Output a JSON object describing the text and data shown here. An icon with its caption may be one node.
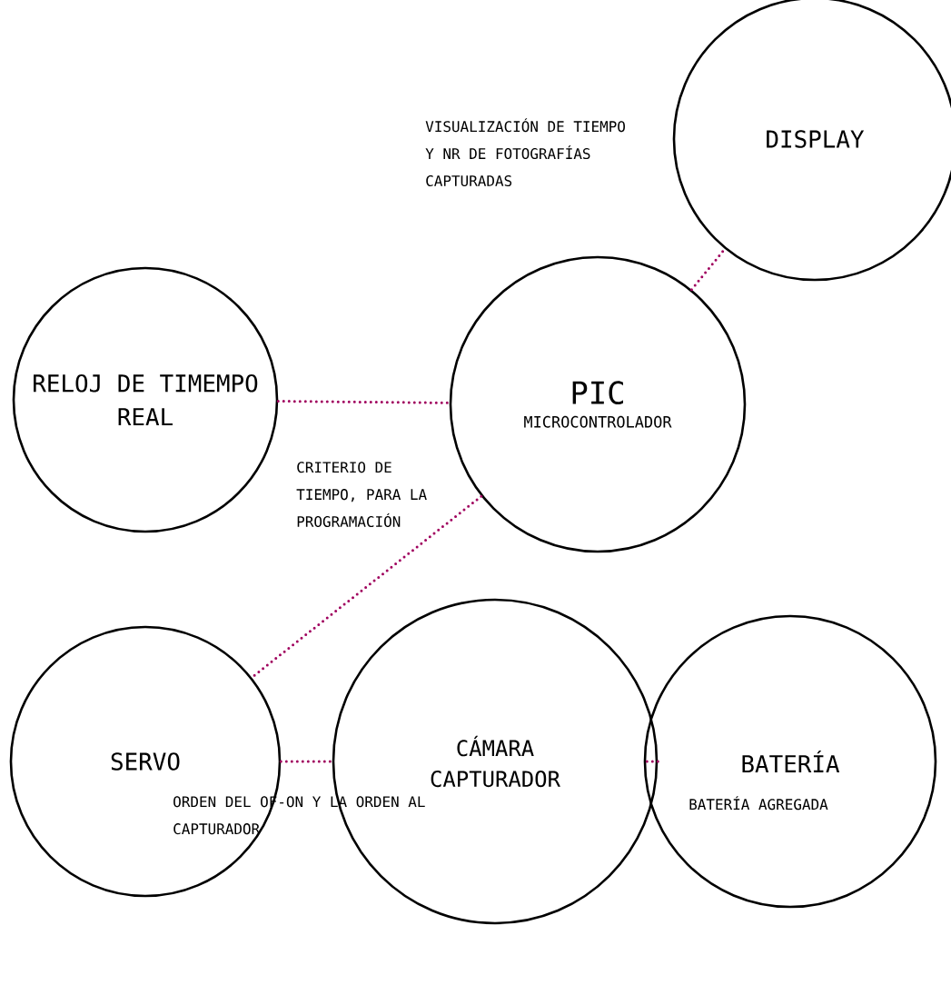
{
  "diagram": {
    "nodes": [
      {
        "text": [
          "DISPLAY"
        ]
      },
      {
        "text": [
          "RELOJ DE TIMEMPO REAL"
        ]
      },
      {
        "text": [
          "PIC",
          "MICROCONTROLADOR"
        ]
      },
      {
        "text": [
          "SERVO"
        ]
      },
      {
        "text": [
          "CÁMARA CAPTURADOR"
        ]
      },
      {
        "text": [
          "BATERÍA"
        ]
      }
    ],
    "edges": [
      {
        "from": 2,
        "to": 0,
        "arrow": "none"
      },
      {
        "from": 1,
        "to": 2,
        "arrow": "none"
      },
      {
        "from": 2,
        "to": 3,
        "arrow": "none"
      },
      {
        "from": 3,
        "to": 4,
        "arrow": "none"
      },
      {
        "from": 4,
        "to": 5,
        "arrow": "none"
      }
    ],
    "labels": [
      "VISUALIZACIÓN DE TIEMPO Y NR DE FOTOGRAFÍAS CAPTURADAS",
      "CRITERIO DE TIEMPO, PARA LA PROGRAMACIÓN",
      "ORDEN DEL OF-ON Y LA ORDEN AL CAPTURADOR",
      "BATERÍA AGREGADA"
    ]
  }
}
